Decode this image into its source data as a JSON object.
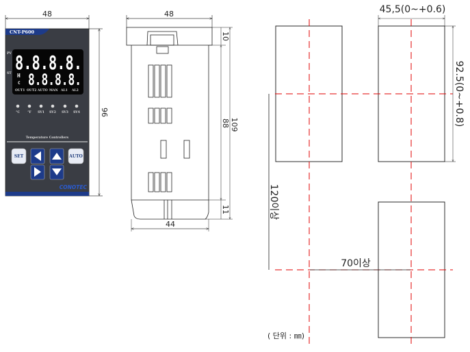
{
  "front_view": {
    "width_dim": "48",
    "height_dim": "96",
    "model": "CNT-P600",
    "pv_label": "PV",
    "st_label": "ST",
    "pv_display": "8.8.8.8.",
    "sv_display": "8.8.8.8.",
    "mode_h": "H",
    "mode_c": "C",
    "indicators": [
      "OUT1",
      "OUT2",
      "AUTO",
      "MAN",
      "AL1",
      "AL2"
    ],
    "leds": [
      "°C",
      "°F",
      "SV1",
      "SV2",
      "SV3",
      "SV4"
    ],
    "caption": "Temperature Controllers",
    "buttons": {
      "set": "SET",
      "auto": "AUTO"
    },
    "brand": "CONOTEC"
  },
  "side_view": {
    "width_dim": "48",
    "top_dim": "10",
    "body_dim": "88",
    "total_dim": "109",
    "bottom_dim": "11",
    "base_dim": "44"
  },
  "panel_cutout": {
    "width_dim": "45,5(0~+0.6)",
    "height_dim": "92.5(0~+0.8)",
    "vertical_spacing": "120이상",
    "horizontal_spacing": "70이상",
    "unit_note": "( 단위 : ㎜)"
  },
  "colors": {
    "panel": "#3a3d44",
    "brand_blue": "#1d3b8a",
    "centerline": "#e00000"
  }
}
